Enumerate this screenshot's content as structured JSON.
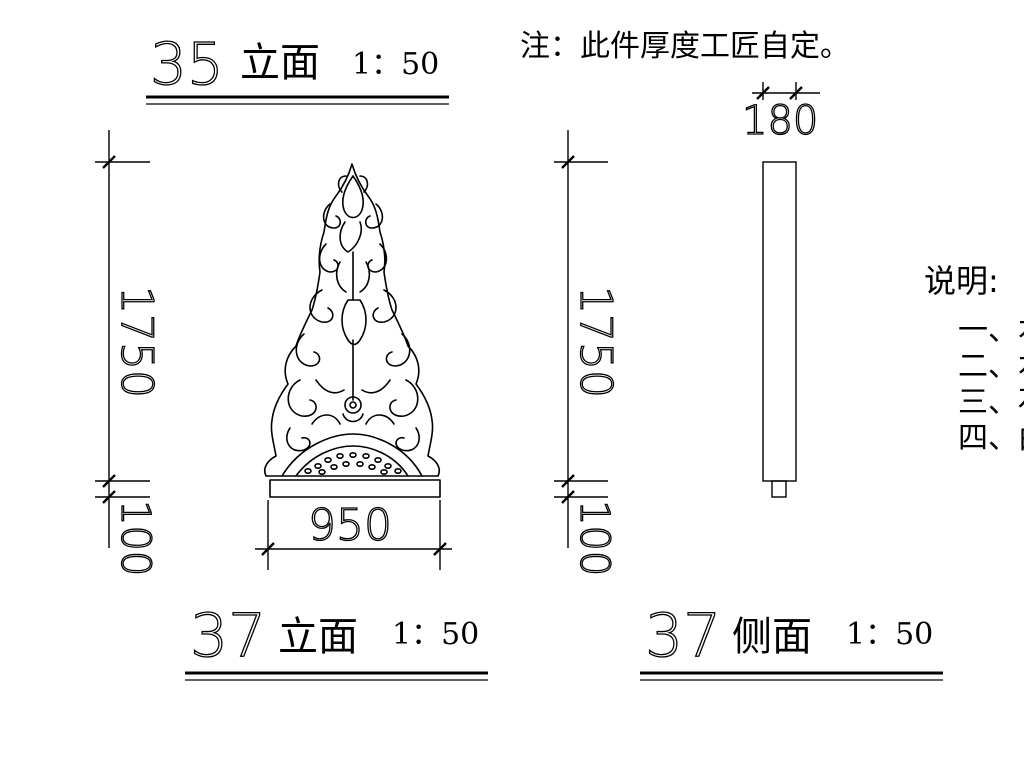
{
  "note": "注：此件厚度工匠自定。",
  "titles": {
    "top": {
      "number": "35",
      "name": "立面",
      "scale": "1：50"
    },
    "front": {
      "number": "37",
      "name": "立面",
      "scale": "1：50"
    },
    "side": {
      "number": "37",
      "name": "侧面",
      "scale": "1：50"
    }
  },
  "dimensions": {
    "front_height": "1750",
    "front_base": "100",
    "front_width": "950",
    "side_height": "1750",
    "side_base": "100",
    "side_thickness": "180"
  },
  "explanation": {
    "heading": "说明:",
    "items": [
      "一、本",
      "二、本",
      "三、石",
      "四、由"
    ]
  }
}
